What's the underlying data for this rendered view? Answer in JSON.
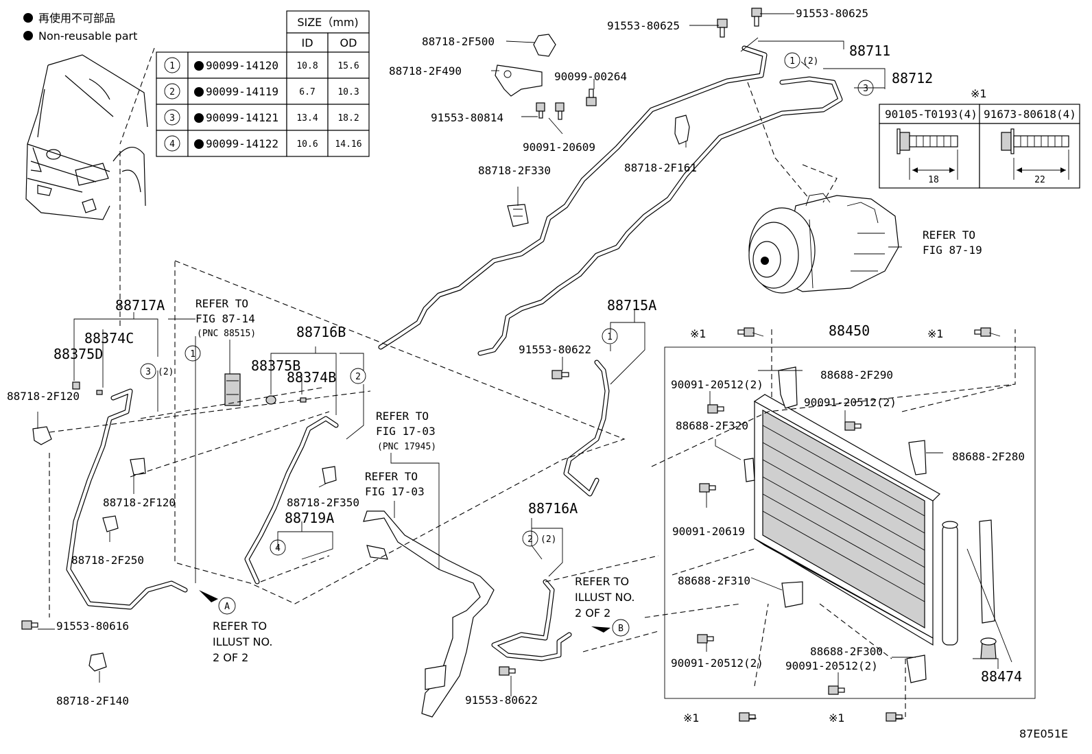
{
  "legend": {
    "jp": "再使用不可部品",
    "en": "Non-reusable part"
  },
  "size_table": {
    "header": "SIZE（mm)",
    "col_id": "ID",
    "col_od": "OD",
    "rows": [
      {
        "no": "1",
        "part": "90099-14120",
        "id": "10.8",
        "od": "15.6"
      },
      {
        "no": "2",
        "part": "90099-14119",
        "id": "6.7",
        "od": "10.3"
      },
      {
        "no": "3",
        "part": "90099-14121",
        "id": "13.4",
        "od": "18.2"
      },
      {
        "no": "4",
        "part": "90099-14122",
        "id": "10.6",
        "od": "14.16"
      }
    ]
  },
  "bolt_table": {
    "mark": "※1",
    "left_part": "90105-T0193(4)",
    "right_part": "91673-80618(4)",
    "left_len": "18",
    "right_len": "22"
  },
  "labels": {
    "p91553_80625_a": "91553-80625",
    "p91553_80625_b": "91553-80625",
    "p88711": "88711",
    "p88712": "88712",
    "p88718_2F500": "88718-2F500",
    "p88718_2F490": "88718-2F490",
    "p90099_00264": "90099-00264",
    "p91553_80814": "91553-80814",
    "p90091_20609": "90091-20609",
    "p88718_2F330": "88718-2F330",
    "p88718_2F161": "88718-2F161",
    "refer_87_19_a": "REFER TO",
    "refer_87_19_b": "FIG 87-19",
    "p88715A": "88715A",
    "p88450": "88450",
    "p91553_80622_a": "91553-80622",
    "p88688_2F290": "88688-2F290",
    "p90091_20512_a": "90091-20512(2)",
    "p90091_20512_b": "90091-20512(2)",
    "p88688_2F320": "88688-2F320",
    "p88688_2F280": "88688-2F280",
    "p90091_20619": "90091-20619",
    "p88688_2F310": "88688-2F310",
    "p90091_20512_c": "90091-20512(2)",
    "p88688_2F300": "88688-2F300",
    "p90091_20512_d": "90091-20512(2)",
    "p88474": "88474",
    "p88717A": "88717A",
    "p88374C": "88374C",
    "p88375D": "88375D",
    "p88718_2F120_a": "88718-2F120",
    "p88718_2F120_b": "88718-2F120",
    "p88718_2F250": "88718-2F250",
    "p91553_80616": "91553-80616",
    "p88718_2F140": "88718-2F140",
    "refer_87_14_a": "REFER TO",
    "refer_87_14_b": "FIG 87-14",
    "refer_87_14_c": "(PNC 88515)",
    "p88716B": "88716B",
    "p88375B": "88375B",
    "p88374B": "88374B",
    "p88718_2F350": "88718-2F350",
    "p88719A": "88719A",
    "refer_17_03_a1": "REFER TO",
    "refer_17_03_a2": "FIG 17-03",
    "refer_17_03_a3": "(PNC 17945)",
    "refer_17_03_b1": "REFER TO",
    "refer_17_03_b2": "FIG 17-03",
    "p88716A": "88716A",
    "p91553_80622_b": "91553-80622",
    "refer_a_1": "REFER TO",
    "refer_a_2": "ILLUST NO.",
    "refer_a_3": "2 OF 2",
    "refer_b_1": "REFER TO",
    "refer_b_2": "ILLUST NO.",
    "refer_b_3": "2 OF 2",
    "star1_a": "※1",
    "star1_b": "※1",
    "star1_c": "※1",
    "star1_d": "※1",
    "q2_a": "(2)",
    "q2_b": "(2)",
    "q2_c": "(2)",
    "c1": "1",
    "c2": "2",
    "c3": "3",
    "c4": "4",
    "cA": "A",
    "cB": "B",
    "figure_id": "87E051E"
  }
}
